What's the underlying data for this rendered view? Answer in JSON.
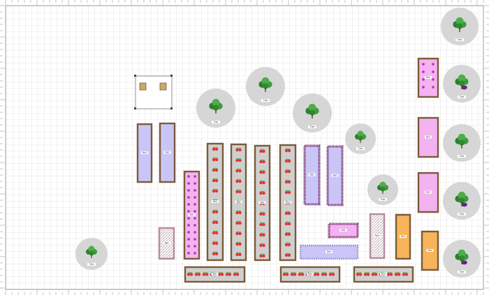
{
  "canvas": {
    "grid_color": "#d4d4d4",
    "ruler_color": "#888888",
    "bg": "#ffffff"
  },
  "colors": {
    "wood": "#7a5a3a",
    "lavender": "#c9c6f7",
    "pink": "#f3b3f0",
    "purple_border": "#7a2e6e",
    "gray_bed": "#cfcfcf",
    "orange": "#f7b45a",
    "tree_circle": "#d6d6d6",
    "tomato": "#e3342f",
    "leaf": "#3f9a3a",
    "eggplant": "#5b2a83"
  },
  "tree_labels": [
    "Tree",
    "Tree",
    "Tree",
    "Tree",
    "Tree",
    "Tree",
    "Tree",
    "Tree",
    "Tree",
    "Tree",
    "Tree",
    "Tree"
  ],
  "bed_labels": [
    "Bed",
    "Bed",
    "Bed",
    "Bed",
    "Bed",
    "Bed",
    "Bed",
    "Bed",
    "Bed",
    "Bed",
    "Bed",
    "Bed",
    "Bed",
    "Bed",
    "Bed",
    "Bed",
    "Bed",
    "Bed",
    "Bed",
    "Bed",
    "Bed",
    "Bed",
    "Bed"
  ]
}
